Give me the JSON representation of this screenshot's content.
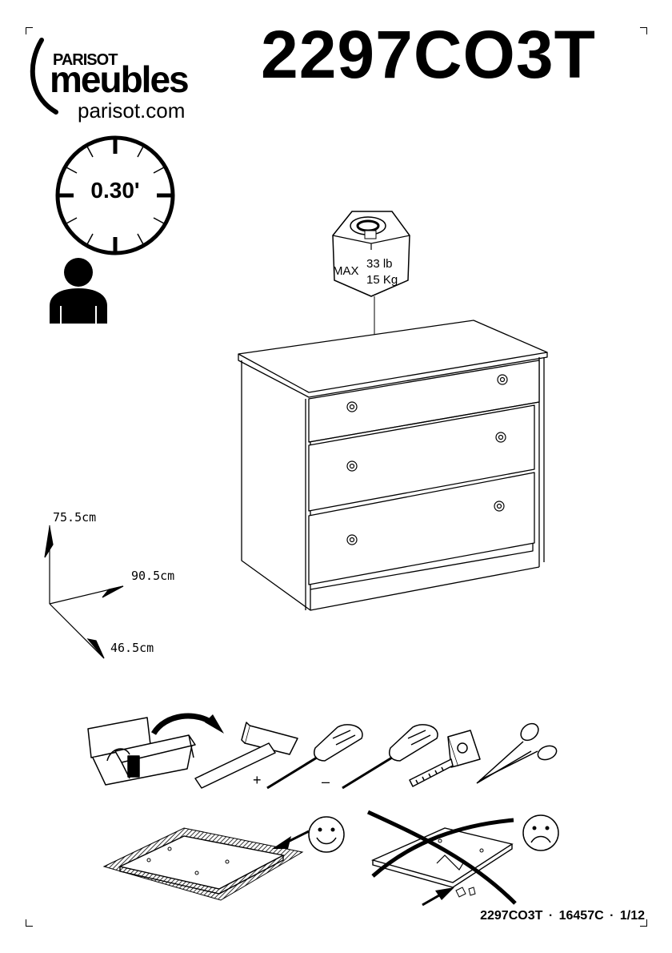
{
  "header": {
    "model": "2297CO3T",
    "brand_top": "PARISOT",
    "brand_main": "meubles",
    "brand_url": "parisot.com"
  },
  "assembly": {
    "time": "0.30'",
    "persons_icon": "person-icon",
    "time_icon": "clock-icon"
  },
  "weight_limit": {
    "label": "MAX",
    "lb": "33 lb",
    "kg": "15 Kg"
  },
  "dimensions": {
    "height": "75.5cm",
    "width": "90.5cm",
    "depth": "46.5cm"
  },
  "tools": {
    "icons": [
      "toolbox-icon",
      "hammer-icon",
      "phillips-screwdriver-icon",
      "flat-screwdriver-icon",
      "tape-measure-icon",
      "scissors-icon"
    ],
    "plus_sign": "+",
    "minus_sign": "–"
  },
  "workspace": {
    "good_icon": "happy-face-icon",
    "bad_icon": "sad-face-icon"
  },
  "footer": {
    "text": "2297CO3T · 16457C · 1/12"
  }
}
